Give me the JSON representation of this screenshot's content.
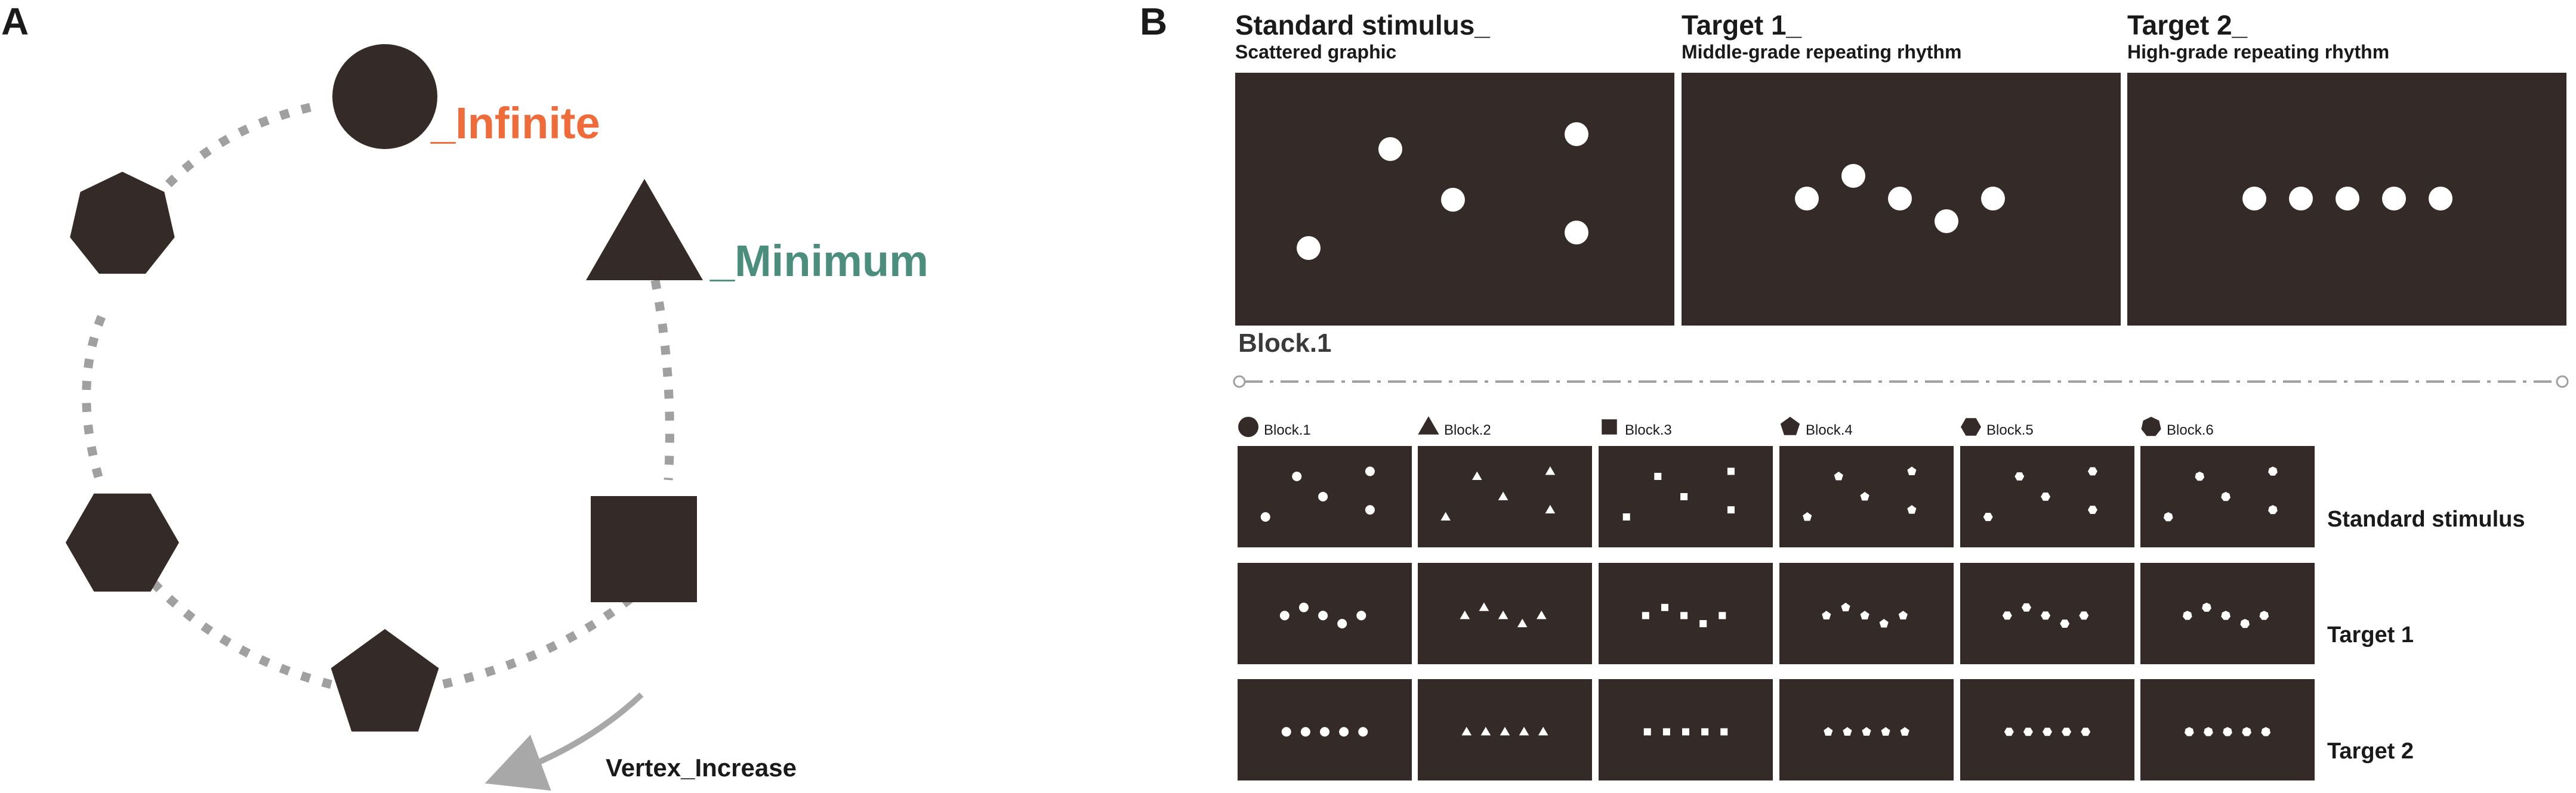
{
  "panel_a": {
    "label": "A",
    "infinite_label": "_Infinite",
    "minimum_label": "_Minimum",
    "vertex_label": "Vertex_Increase",
    "shapes": [
      {
        "name": "circle-shape",
        "sides": 0
      },
      {
        "name": "triangle-shape",
        "sides": 3
      },
      {
        "name": "square-shape",
        "sides": 4
      },
      {
        "name": "pentagon-shape",
        "sides": 5
      },
      {
        "name": "hexagon-shape",
        "sides": 6
      },
      {
        "name": "heptagon-shape",
        "sides": 7
      }
    ]
  },
  "panel_b": {
    "label": "B",
    "headers": [
      {
        "title": "Standard stimulus_",
        "subtitle": "Scattered graphic"
      },
      {
        "title": "Target 1_",
        "subtitle": "Middle-grade repeating rhythm"
      },
      {
        "title": "Target 2_",
        "subtitle": "High-grade repeating rhythm"
      }
    ],
    "block1_label": "Block.1",
    "blocks": [
      {
        "label": "Block.1",
        "sides": 0
      },
      {
        "label": "Block.2",
        "sides": 3
      },
      {
        "label": "Block.3",
        "sides": 4
      },
      {
        "label": "Block.4",
        "sides": 5
      },
      {
        "label": "Block.5",
        "sides": 6
      },
      {
        "label": "Block.6",
        "sides": 7
      }
    ],
    "rows": [
      "Standard stimulus",
      "Target 1",
      "Target 2"
    ]
  },
  "colors": {
    "shape": "#342a28",
    "panel_bg": "#342a28",
    "dot": "#ffffff",
    "dotted_line": "#a0a0a0",
    "infinite": "#ef6c3a",
    "minimum": "#4c8e7e",
    "text": "#1a1a1a",
    "arrow": "#a8a8a8"
  }
}
